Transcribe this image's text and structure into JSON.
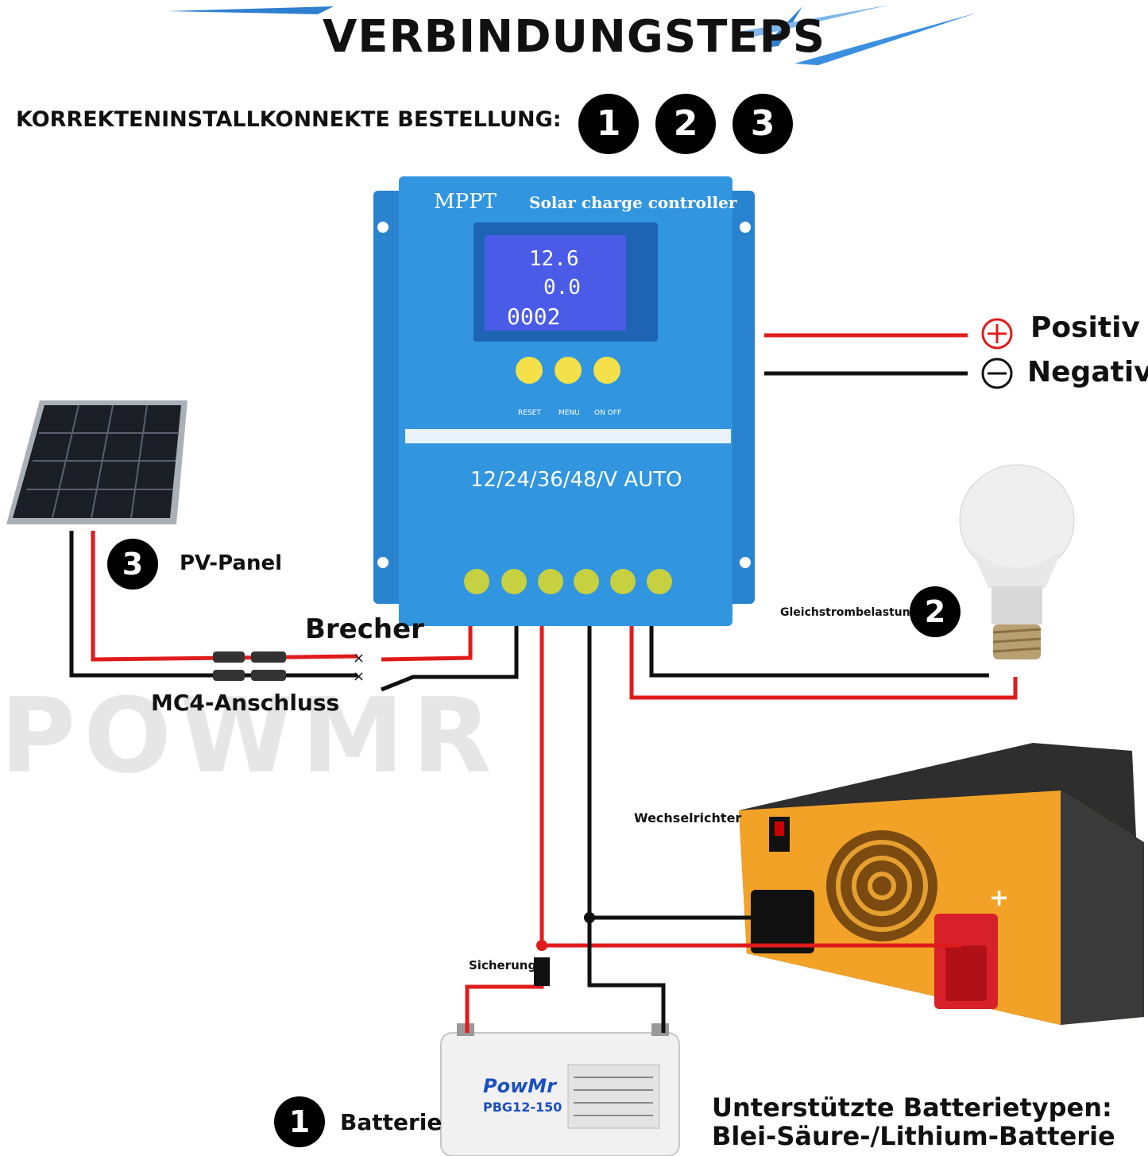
{
  "title": "VERBINDUNGSTEPS",
  "subtitle": "KORREKTENINSTALLKONNEKTE BESTELLUNG:",
  "order_badges": [
    "1",
    "2",
    "3"
  ],
  "controller": {
    "brand": "MPPT",
    "name": "Solar charge controller",
    "lcd_voltage": "12.6",
    "lcd_current": "0.0",
    "lcd_time": "0002",
    "buttons": [
      "RESET",
      "MENU",
      "ON OFF"
    ],
    "voltage_label": "12/24/36/48/V AUTO"
  },
  "labels": {
    "positive": "Positiv",
    "negative": "Negativ",
    "pv_panel": "PV-Panel",
    "breaker": "Brecher",
    "mc4": "MC4-Anschluss",
    "dc_load": "Gleichstrombelastung",
    "inverter": "Wechselrichter",
    "fuse": "Sicherung",
    "battery": "Batterie",
    "battery_types_line1": "Unterstützte Batterietypen:",
    "battery_types_line2": "Blei-Säure-/Lithium-Batterie"
  },
  "step_badges": {
    "pv": "3",
    "load": "2",
    "battery": "1"
  },
  "battery_brand": "PowMr",
  "battery_model": "PBG12-150",
  "colors": {
    "controller_blue": "#2f8fdc",
    "wire_red": "#e01b1b",
    "wire_black": "#111111",
    "inverter_orange": "#f0a020"
  }
}
